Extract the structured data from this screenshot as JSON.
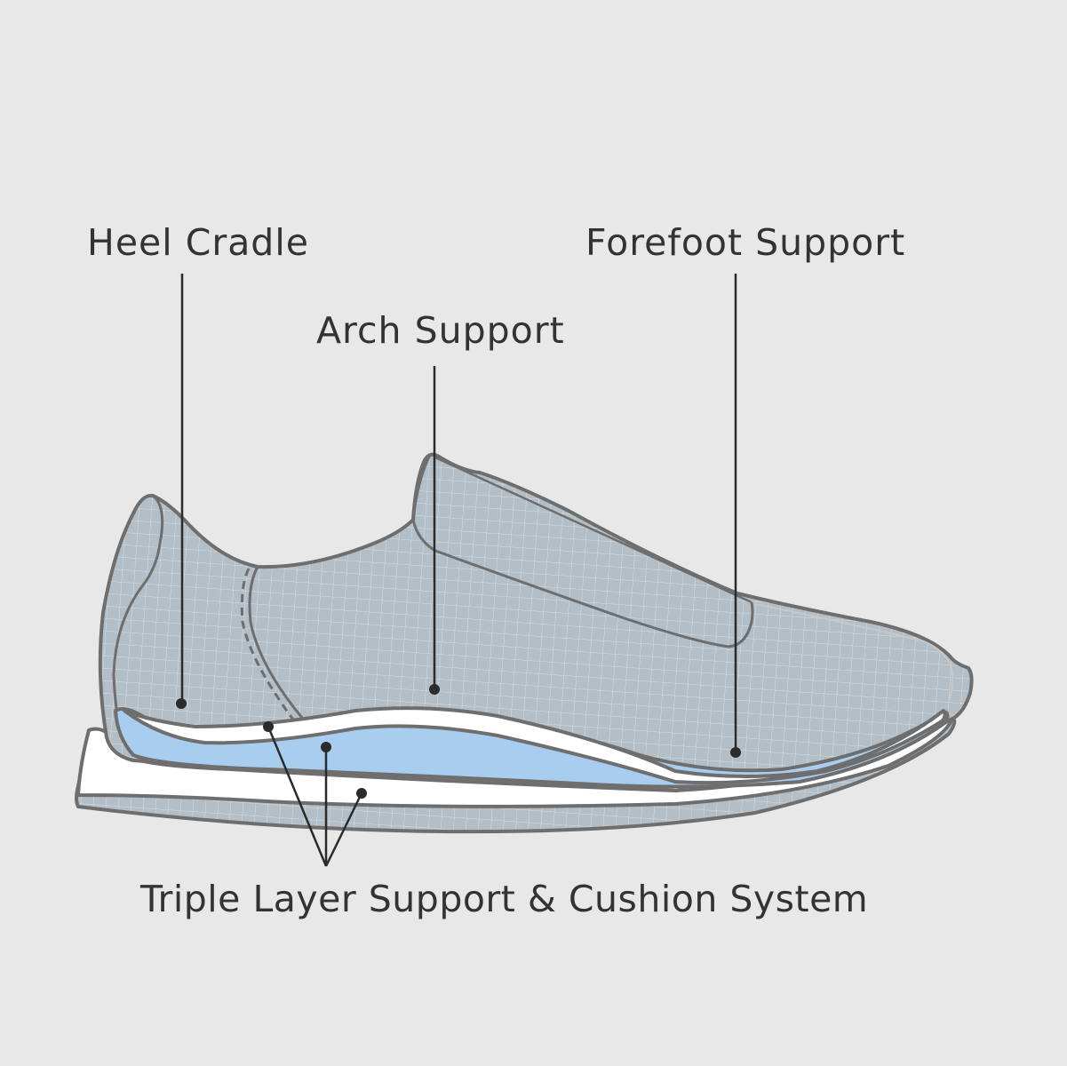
{
  "diagram": {
    "title": "Shoe insole support diagram",
    "labels": {
      "heel_cradle": "Heel Cradle",
      "arch_support": "Arch Support",
      "forefoot_support": "Forefoot Support",
      "triple_layer": "Triple Layer Support & Cushion System"
    },
    "colors": {
      "background": "#e8e8e8",
      "shoe_upper": "#b3bec7",
      "grid_lines": "#d4dde4",
      "outline": "#6e6e6e",
      "insole_blue": "#a9cdee",
      "sole_white": "#ffffff",
      "leader_line": "#2b2b2b",
      "text": "#333333"
    },
    "callouts": [
      {
        "name": "heel-cradle",
        "dot": [
          204,
          792
        ]
      },
      {
        "name": "arch-support",
        "dot": [
          489,
          776
        ]
      },
      {
        "name": "forefoot-support",
        "dot": [
          828,
          847
        ]
      },
      {
        "name": "triple-layer-top",
        "dot": [
          302,
          818
        ]
      },
      {
        "name": "triple-layer-middle",
        "dot": [
          367,
          841
        ]
      },
      {
        "name": "triple-layer-bottom",
        "dot": [
          407,
          893
        ]
      }
    ]
  }
}
